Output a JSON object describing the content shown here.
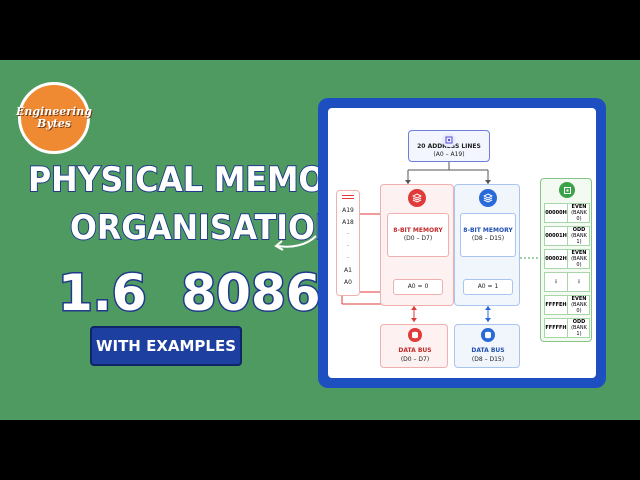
{
  "logo": {
    "line1": "Engineering",
    "line2": "Bytes"
  },
  "title": {
    "line1": "PHYSICAL MEMORY",
    "line2": "ORGANISATION",
    "line3": "1.6  8086",
    "badge": "WITH EXAMPLES"
  },
  "diagram": {
    "address_lines": {
      "label": "20 ADDRESS LINES",
      "range": "(A0 – A19)"
    },
    "pins": [
      "A19",
      "A18",
      "·",
      "·",
      "·",
      "A1",
      "A0"
    ],
    "even_bank": {
      "label": "8-BIT MEMORY",
      "range": "(D0 – D7)",
      "select": "A0 = 0"
    },
    "odd_bank": {
      "label": "8-BIT MEMORY",
      "range": "(D8 – D15)",
      "select": "A0 = 1"
    },
    "data_bus_low": {
      "label": "DATA BUS",
      "range": "(D0 – D7)"
    },
    "data_bus_high": {
      "label": "DATA BUS",
      "range": "(D8 – D15)"
    },
    "address_map": [
      {
        "addr": "00000H",
        "type": "EVEN",
        "bank": "(BANK 0)"
      },
      {
        "addr": "00001H",
        "type": "ODD",
        "bank": "(BANK 1)"
      },
      {
        "addr": "00002H",
        "type": "EVEN",
        "bank": "(BANK 0)"
      },
      {
        "addr": "⋮",
        "type": "⋮",
        "bank": ""
      },
      {
        "addr": "FFFFEH",
        "type": "EVEN",
        "bank": "(BANK 0)"
      },
      {
        "addr": "FFFFFH",
        "type": "ODD",
        "bank": "(BANK 1)"
      }
    ]
  },
  "colors": {
    "background": "#4f9a60",
    "frame": "#1e4fc0",
    "title_outline": "#1f3a8a",
    "logo": "#f08a32",
    "even": "#e03a3a",
    "odd": "#2a6ad8",
    "map": "#3aa34a"
  }
}
